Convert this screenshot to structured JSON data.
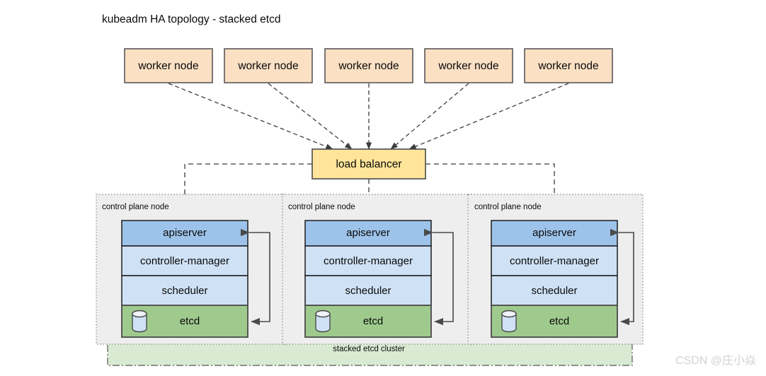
{
  "title": "kubeadm HA topology - stacked etcd",
  "colors": {
    "worker_fill": "#fbe0c4",
    "worker_stroke": "#59585a",
    "lb_fill": "#ffe59a",
    "lb_stroke": "#4a4a4a",
    "cp_fill": "#eeeeee",
    "cp_stroke": "#9a9a9a",
    "apiserver_fill": "#9dc3ea",
    "component_fill": "#cfe1f5",
    "component_stroke": "#1c1c1c",
    "etcd_fill": "#9fca8e",
    "etcd_stroke": "#4a4a4a",
    "cluster_fill": "#d9ead3",
    "cluster_stroke": "#6f6f6f",
    "arrow_stroke": "#4a4a4a",
    "dashed_stroke": "#3d3d3d",
    "watermark": "#d2d2d2",
    "background": "#ffffff"
  },
  "workers": [
    {
      "label": "worker node"
    },
    {
      "label": "worker node"
    },
    {
      "label": "worker node"
    },
    {
      "label": "worker node"
    },
    {
      "label": "worker node"
    }
  ],
  "load_balancer": {
    "label": "load balancer"
  },
  "control_planes": [
    {
      "caption": "control plane node",
      "components": [
        {
          "name": "apiserver",
          "label": "apiserver",
          "kind": "apiserver"
        },
        {
          "name": "controller-manager",
          "label": "controller-manager",
          "kind": "component"
        },
        {
          "name": "scheduler",
          "label": "scheduler",
          "kind": "component"
        },
        {
          "name": "etcd",
          "label": "etcd",
          "kind": "etcd",
          "icon": "database-cylinder-icon"
        }
      ]
    },
    {
      "caption": "control plane node",
      "components": [
        {
          "name": "apiserver",
          "label": "apiserver",
          "kind": "apiserver"
        },
        {
          "name": "controller-manager",
          "label": "controller-manager",
          "kind": "component"
        },
        {
          "name": "scheduler",
          "label": "scheduler",
          "kind": "component"
        },
        {
          "name": "etcd",
          "label": "etcd",
          "kind": "etcd",
          "icon": "database-cylinder-icon"
        }
      ]
    },
    {
      "caption": "control plane node",
      "components": [
        {
          "name": "apiserver",
          "label": "apiserver",
          "kind": "apiserver"
        },
        {
          "name": "controller-manager",
          "label": "controller-manager",
          "kind": "component"
        },
        {
          "name": "scheduler",
          "label": "scheduler",
          "kind": "component"
        },
        {
          "name": "etcd",
          "label": "etcd",
          "kind": "etcd",
          "icon": "database-cylinder-icon"
        }
      ]
    }
  ],
  "etcd_cluster": {
    "caption": "stacked etcd cluster"
  },
  "watermark": {
    "text": "CSDN @庄小焱"
  }
}
